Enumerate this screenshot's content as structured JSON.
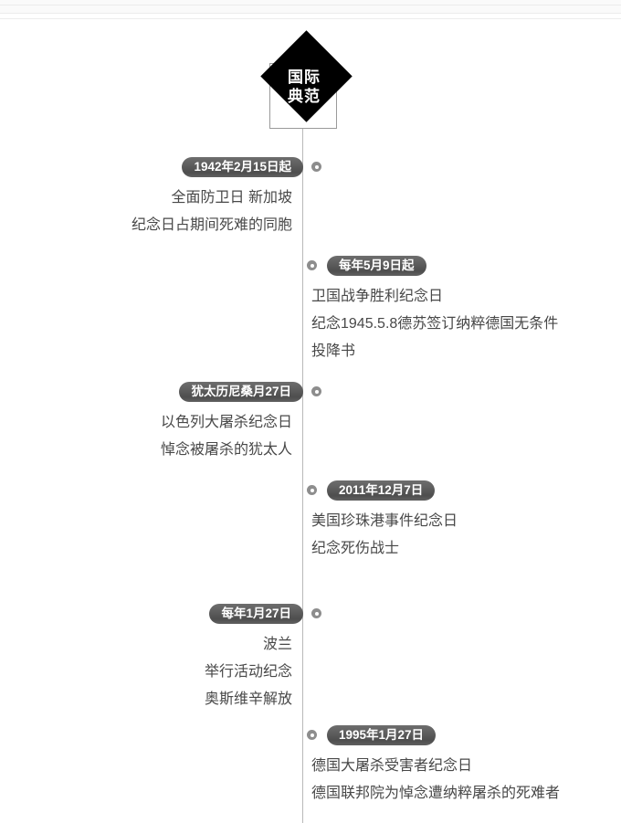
{
  "header": {
    "title": "国际\n典范"
  },
  "timeline": {
    "entries": [
      {
        "side": "left",
        "date": "1942年2月15日起",
        "text": "全面防卫日 新加坡\n纪念日占期间死难的同胞"
      },
      {
        "side": "right",
        "date": "每年5月9日起",
        "text": "卫国战争胜利纪念日\n纪念1945.5.8德苏签订纳粹德国无条件\n投降书"
      },
      {
        "side": "left",
        "date": "犹太历尼桑月27日",
        "text": "以色列大屠杀纪念日\n悼念被屠杀的犹太人"
      },
      {
        "side": "right",
        "date": "2011年12月7日",
        "text": "美国珍珠港事件纪念日\n纪念死伤战士"
      },
      {
        "side": "left",
        "date": "每年1月27日",
        "text": "波兰\n举行活动纪念\n奥斯维辛解放"
      },
      {
        "side": "right",
        "date": "1995年1月27日",
        "text": "德国大屠杀受害者纪念日\n德国联邦院为悼念遭纳粹屠杀的死难者"
      }
    ]
  },
  "colors": {
    "axis": "#b9b9b9",
    "badge": "#5b5b5b",
    "marker": "#8d8d8d",
    "text": "#484848",
    "diamond": "#000000"
  }
}
